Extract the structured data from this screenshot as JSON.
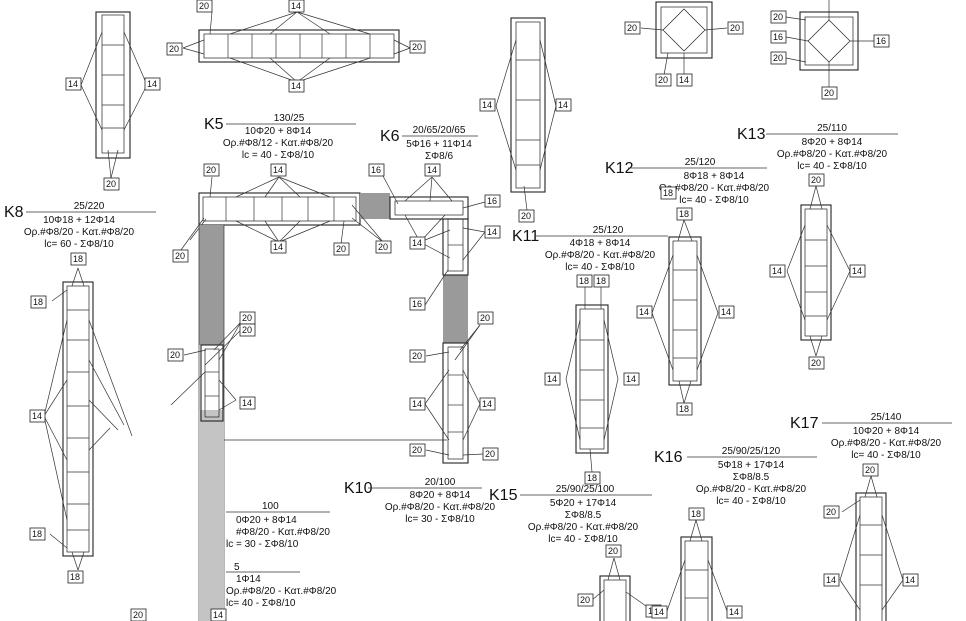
{
  "columns": [
    {
      "id": "K5",
      "title": "K5",
      "dim": "130/25",
      "bars": "10Φ20 + 8Φ14",
      "ties": "Ορ.#Φ8/12 - Κατ.#Φ8/20",
      "lc": "lc = 40 - ΣΦ8/10"
    },
    {
      "id": "K6",
      "title": "K6",
      "dim": "20/65/20/65",
      "bars": "5Φ16 + 11Φ14",
      "ties": "ΣΦ8/6"
    },
    {
      "id": "K8",
      "title": "K8",
      "dim": "25/220",
      "bars": "10Φ18 + 12Φ14",
      "ties": "Ορ.#Φ8/20 - Κατ.#Φ8/20",
      "lc": "lc= 60 - ΣΦ8/10"
    },
    {
      "id": "K10",
      "title": "K10",
      "dim": "20/100",
      "bars": "8Φ20 + 8Φ14",
      "ties": "Ορ.#Φ8/20 - Κατ.#Φ8/20",
      "lc": "lc= 30 - ΣΦ8/10"
    },
    {
      "id": "K11",
      "title": "K11",
      "dim": "25/120",
      "bars": "4Φ18 + 8Φ14",
      "ties": "Ορ.#Φ8/20 - Κατ.#Φ8/20",
      "lc": "lc= 40 - ΣΦ8/10"
    },
    {
      "id": "K12",
      "title": "K12",
      "dim": "25/120",
      "bars": "8Φ18 + 8Φ14",
      "ties": "Ορ.#Φ8/20 - Κατ.#Φ8/20",
      "lc": "lc= 40 - ΣΦ8/10"
    },
    {
      "id": "K13",
      "title": "K13",
      "dim": "25/110",
      "bars": "8Φ20 + 8Φ14",
      "ties": "Ορ.#Φ8/20 - Κατ.#Φ8/20",
      "lc": "lc= 40 - ΣΦ8/10"
    },
    {
      "id": "K15",
      "title": "K15",
      "dim": "25/90/25/100",
      "bars": "5Φ20 + 17Φ14",
      "ties": "ΣΦ8/8.5",
      "ties2": "Ορ.#Φ8/20 - Κατ.#Φ8/20",
      "lc": "lc= 40 - ΣΦ8/10"
    },
    {
      "id": "K16",
      "title": "K16",
      "dim": "25/90/25/120",
      "bars": "5Φ18 + 17Φ14",
      "ties": "ΣΦ8/8.5",
      "ties2": "Ορ.#Φ8/20 - Κατ.#Φ8/20",
      "lc": "lc= 40 - ΣΦ8/10"
    },
    {
      "id": "K17",
      "title": "K17",
      "dim": "25/140",
      "bars": "10Φ20 + 8Φ14",
      "ties": "Ορ.#Φ8/20 - Κατ.#Φ8/20",
      "lc": "lc= 40 - ΣΦ8/10"
    }
  ],
  "partial": {
    "dim": "100",
    "bars": "0Φ20 + 8Φ14",
    "ties": "#Φ8/20 - Κατ.#Φ8/20",
    "lc": "lc = 30 - ΣΦ8/10",
    "bars2": "1Φ14",
    "ties3": "Ορ.#Φ8/20 - Κατ.#Φ8/20",
    "lc2": "lc= 40 - ΣΦ8/10",
    "dim2": "5"
  },
  "tags": [
    "20",
    "14",
    "16",
    "18"
  ]
}
